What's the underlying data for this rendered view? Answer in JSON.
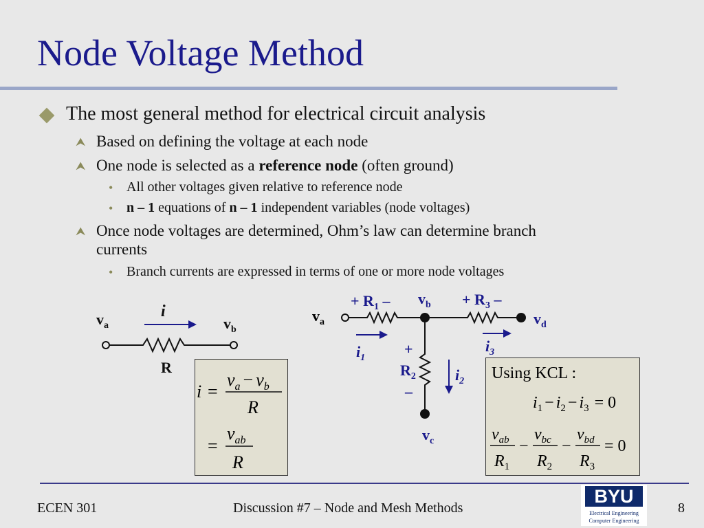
{
  "slide": {
    "title": "Node Voltage Method",
    "bullets": {
      "main": "The most general method for electrical circuit analysis",
      "sub1": "Based on defining the voltage at each node",
      "sub2_pre": "One node is selected as a ",
      "sub2_bold": "reference node",
      "sub2_post": " (often ground)",
      "sub2_items": {
        "a": "All other voltages given relative to reference node",
        "b_bold1": "n – 1",
        "b_mid": " equations of ",
        "b_bold2": "n – 1",
        "b_post": " independent variables (node voltages)"
      },
      "sub3_line1": "Once node voltages are determined, Ohm’s law can determine branch",
      "sub3_line2": "currents",
      "sub3_item": "Branch currents are expressed in terms of one or more node voltages"
    },
    "left_circuit": {
      "va": "v",
      "va_sub": "a",
      "vb": "v",
      "vb_sub": "b",
      "current": "i",
      "resistor": "R"
    },
    "left_equation": {
      "i": "i",
      "eq": "=",
      "num1": "v",
      "num1_sub_a": "a",
      "minus": "−",
      "num1_v2": "v",
      "num1_sub_b": "b",
      "den": "R",
      "eq2": "=",
      "num2": "v",
      "num2_sub": "ab",
      "den2": "R"
    },
    "right_circuit": {
      "va": "v",
      "va_sub": "a",
      "vb": "v",
      "vb_sub": "b",
      "vc": "v",
      "vc_sub": "c",
      "vd": "v",
      "vd_sub": "d",
      "r1_label": "+ R",
      "r1_sub": "1",
      "r1_minus": " –",
      "r3_label": "+ R",
      "r3_sub": "3",
      "r3_minus": " –",
      "r2_plus": "+",
      "r2_label": "R",
      "r2_sub": "2",
      "r2_minus": "–",
      "i1": "i",
      "i1_sub": "1",
      "i2": "i",
      "i2_sub": "2",
      "i3": "i",
      "i3_sub": "3"
    },
    "kcl_box": {
      "heading": "Using KCL :",
      "eq1": {
        "i1": "i",
        "s1": "1",
        "m1": "−",
        "i2": "i",
        "s2": "2",
        "m2": "−",
        "i3": "i",
        "s3": "3",
        "eq": "= 0"
      },
      "eq2": {
        "v1": "v",
        "v1s": "ab",
        "r1": "R",
        "r1s": "1",
        "m1": "−",
        "v2": "v",
        "v2s": "bc",
        "r2": "R",
        "r2s": "2",
        "m2": "−",
        "v3": "v",
        "v3s": "bd",
        "r3": "R",
        "r3s": "3",
        "eq": "= 0"
      }
    },
    "footer": {
      "course": "ECEN 301",
      "topic": "Discussion #7 – Node and Mesh Methods",
      "page": "8"
    },
    "logo": {
      "name": "BYU",
      "line1": "Electrical Engineering",
      "line2": "Computer Engineering"
    },
    "colors": {
      "title": "#1a1a8c",
      "rule": "#9aa6c8",
      "bullet_marker": "#9a9a6a",
      "box_fill": "#e2e0d2",
      "logo_navy": "#0f2a6a"
    },
    "icons": {
      "main_bullet": "diamond-icon",
      "sub_bullet": "arrow-up-icon",
      "third_bullet": "dot-icon"
    }
  }
}
